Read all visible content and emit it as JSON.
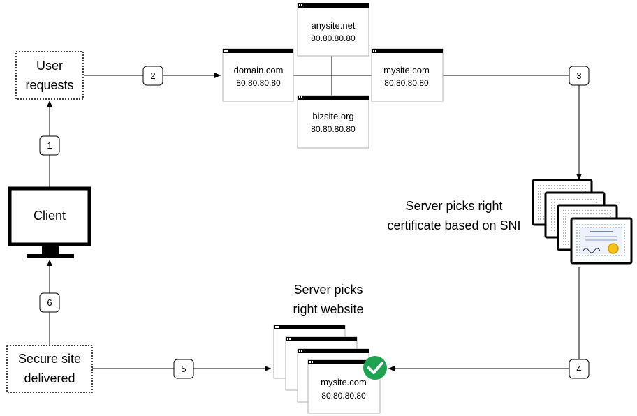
{
  "nodes": {
    "user_requests": [
      "User",
      "requests"
    ],
    "client": "Client",
    "secure_site": [
      "Secure site",
      "delivered"
    ]
  },
  "servers": {
    "domain": {
      "name": "domain.com",
      "ip": "80.80.80.80"
    },
    "anysite": {
      "name": "anysite.net",
      "ip": "80.80.80.80"
    },
    "mysite": {
      "name": "mysite.com",
      "ip": "80.80.80.80"
    },
    "bizsite": {
      "name": "bizsite.org",
      "ip": "80.80.80.80"
    },
    "selected": {
      "name": "mysite.com",
      "ip": "80.80.80.80"
    }
  },
  "captions": {
    "cert": [
      "Server picks right",
      "certificate based on SNI"
    ],
    "website": [
      "Server picks",
      "right website"
    ]
  },
  "steps": [
    "1",
    "2",
    "3",
    "4",
    "5",
    "6"
  ]
}
